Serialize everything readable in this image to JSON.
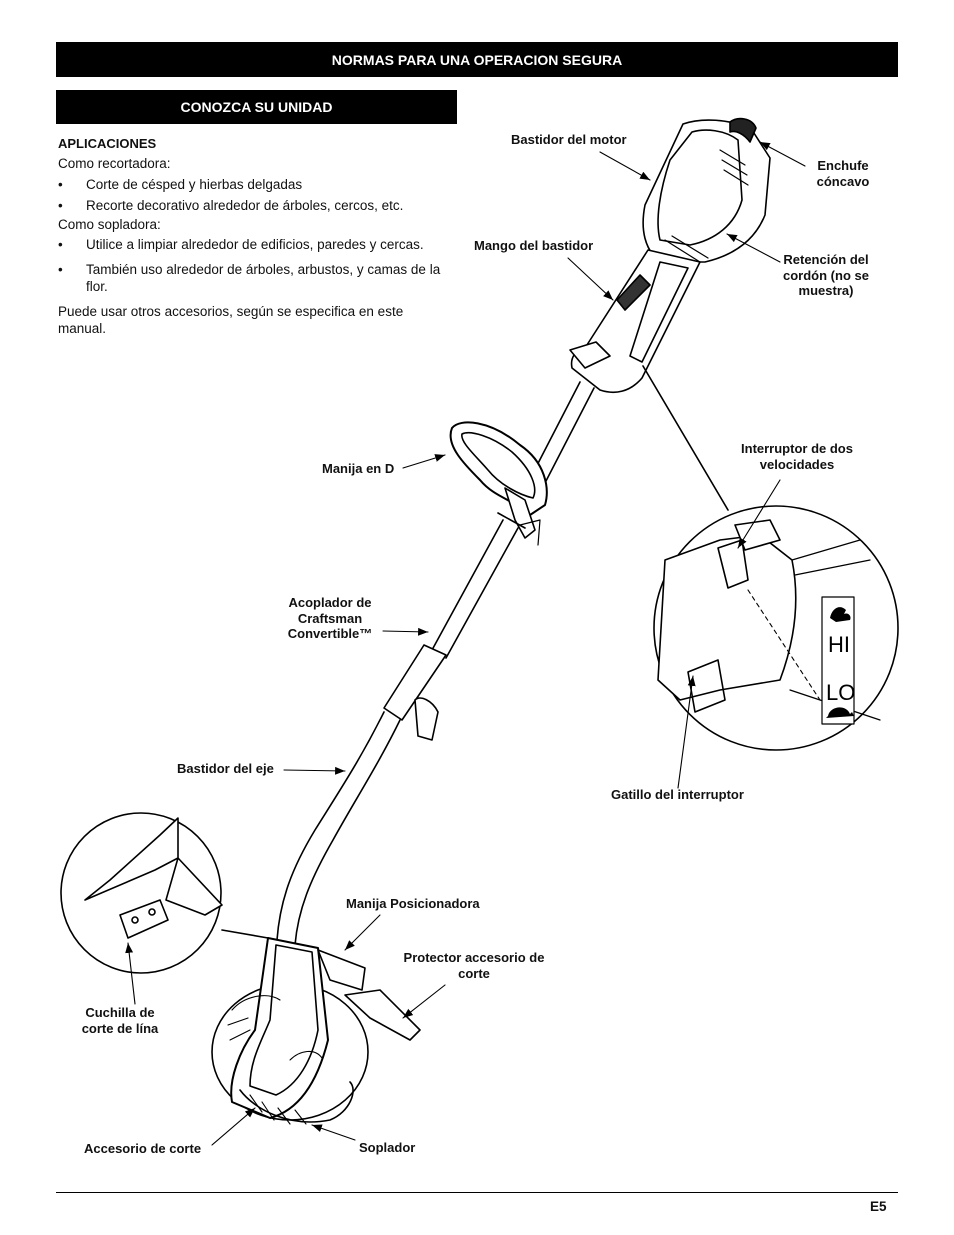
{
  "header": {
    "title": "NORMAS PARA UNA OPERACION SEGURA",
    "section": "CONOZCA SU UNIDAD"
  },
  "applications": {
    "heading": "APLICACIONES",
    "trimmer_intro": "Como recortadora:",
    "trimmer_items": [
      "Corte de césped y hierbas delgadas",
      "Recorte decorativo alrededor de árboles, cercos, etc."
    ],
    "blower_intro": "Como sopladora:",
    "blower_items": [
      "Utilice a limpiar alrededor de edificios, paredes y cercas.",
      "También uso alrededor de árboles, arbustos, y camas de la flor."
    ],
    "note": "Puede usar otros accesorios, según se especifica en este manual.",
    "bullet_symbol": "•"
  },
  "labels": {
    "motor_housing": "Bastidor del motor",
    "female_plug": "Enchufe cóncavo",
    "housing_handle": "Mango del bastidor",
    "cord_retainer": "Retención del cordón (no se muestra)",
    "d_handle": "Manija en D",
    "two_speed_switch": "Interruptor de dos velocidades",
    "coupler": "Acoplador de Craftsman Convertible™",
    "shaft_housing": "Bastidor del eje",
    "switch_trigger": "Gatillo del interruptor",
    "positioning_handle": "Manija Posicionadora",
    "cutting_guard": "Protector accesorio de corte",
    "line_blade": "Cuchilla de corte de lína",
    "cutting_attachment": "Accesorio de corte",
    "blower": "Soplador",
    "speed_hi": "HI",
    "speed_lo": "LO"
  },
  "footer": {
    "page": "E5"
  },
  "icons": [
    "rabbit-icon",
    "turtle-icon"
  ]
}
